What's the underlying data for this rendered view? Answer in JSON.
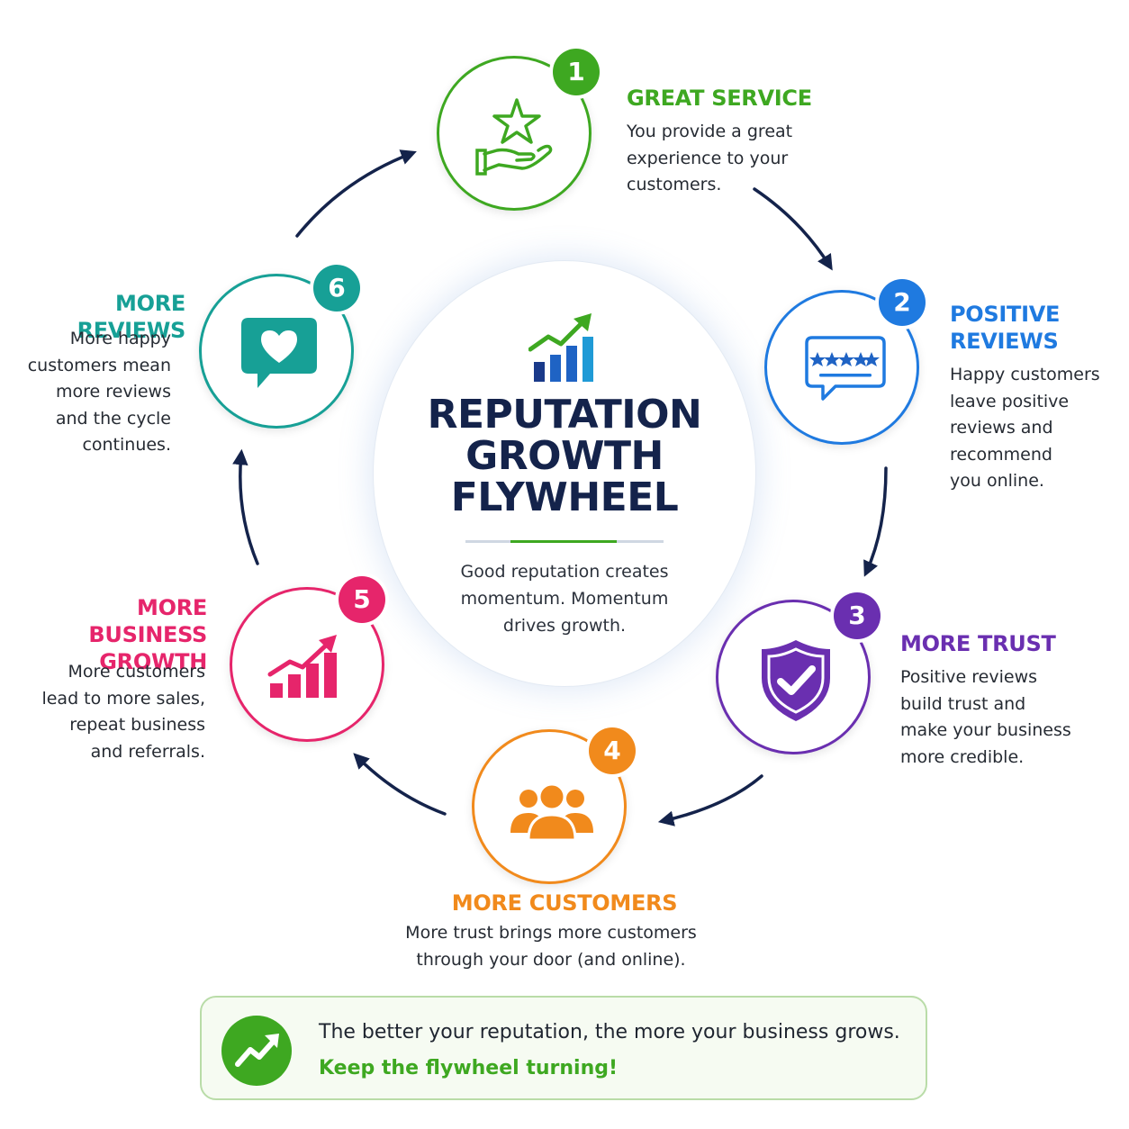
{
  "hub": {
    "title_lines": [
      "REPUTATION",
      "GROWTH",
      "FLYWHEEL"
    ],
    "description_lines": [
      "Good reputation creates",
      "momentum. Momentum",
      "drives growth."
    ]
  },
  "colors": {
    "navy": "#14234b",
    "green": "#3ea821",
    "blue": "#1f7ae0",
    "purple": "#6a2fb0",
    "orange": "#f18a1c",
    "pink": "#e6256b",
    "teal": "#17a096"
  },
  "steps": [
    {
      "number": "1",
      "title_lines": [
        "GREAT SERVICE"
      ],
      "description_lines": [
        "You provide a great",
        "experience to your",
        "customers."
      ],
      "icon": "star-in-hand-icon",
      "color": "#3ea821"
    },
    {
      "number": "2",
      "title_lines": [
        "POSITIVE",
        "REVIEWS"
      ],
      "description_lines": [
        "Happy customers",
        "leave positive",
        "reviews and",
        "recommend",
        "you online."
      ],
      "icon": "star-rating-chat-icon",
      "color": "#1f7ae0"
    },
    {
      "number": "3",
      "title_lines": [
        "MORE TRUST"
      ],
      "description_lines": [
        "Positive reviews",
        "build trust and",
        "make your business",
        "more credible."
      ],
      "icon": "shield-check-icon",
      "color": "#6a2fb0"
    },
    {
      "number": "4",
      "title_lines": [
        "MORE CUSTOMERS"
      ],
      "description_lines": [
        "More trust brings more customers",
        "through your door (and online)."
      ],
      "icon": "people-group-icon",
      "color": "#f18a1c"
    },
    {
      "number": "5",
      "title_lines": [
        "MORE BUSINESS",
        "GROWTH"
      ],
      "description_lines": [
        "More customers",
        "lead to more sales,",
        "repeat business",
        "and referrals."
      ],
      "icon": "growth-bar-chart-icon",
      "color": "#e6256b"
    },
    {
      "number": "6",
      "title_lines": [
        "MORE REVIEWS"
      ],
      "description_lines": [
        "More happy",
        "customers mean",
        "more reviews",
        "and the cycle",
        "continues."
      ],
      "icon": "heart-chat-bubble-icon",
      "color": "#17a096"
    }
  ],
  "banner": {
    "line1": "The better your reputation, the more your business grows.",
    "line2": "Keep the flywheel turning!",
    "icon": "trend-up-arrow-icon"
  }
}
